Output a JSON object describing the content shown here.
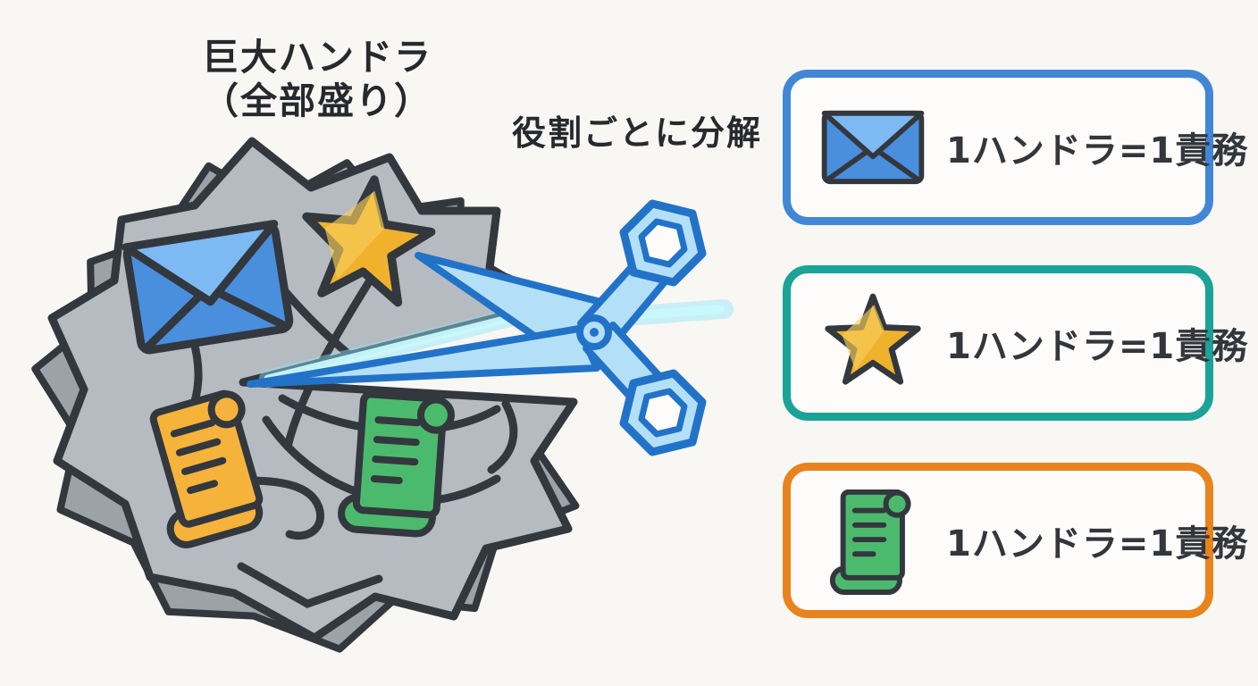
{
  "colors": {
    "bg": "#f8f7f4",
    "card": "#fdfcfa",
    "text_dark": "#26292d",
    "ink": "#33383e",
    "blob": "#b6bbc1",
    "blob_shadow": "#9ca2a8",
    "env_body": "#4a8ede",
    "env_flap": "#7db9f2",
    "star_fill": "#f0b22d",
    "star_hi": "#f6ce5a",
    "scroll_orange": "#f5b33c",
    "scroll_green": "#4cba6d",
    "sc_fill": "#b4e0f7",
    "sc_stroke": "#2273c8",
    "glow": "#8fe5f8",
    "glow_core": "#c9f7fe",
    "box_blue": "#4187d6",
    "box_teal": "#1aa396",
    "box_orange": "#e8831d"
  },
  "left": {
    "title_line1": "巨大ハンドラ",
    "title_line2": "（全部盛り）",
    "blob_icons": [
      "envelope-icon",
      "star-icon",
      "scroll-orange-icon",
      "scroll-green-icon"
    ]
  },
  "center": {
    "label": "役割ごとに分解",
    "tool": "scissors-icon"
  },
  "right": {
    "boxes": [
      {
        "icon": "envelope-icon",
        "border_color": "#4187d6",
        "label": "1ハンドラ=1責務"
      },
      {
        "icon": "star-icon",
        "border_color": "#1aa396",
        "label": "1ハンドラ=1責務"
      },
      {
        "icon": "scroll-icon",
        "border_color": "#e8831d",
        "label": "1ハンドラ=1責務"
      }
    ]
  }
}
